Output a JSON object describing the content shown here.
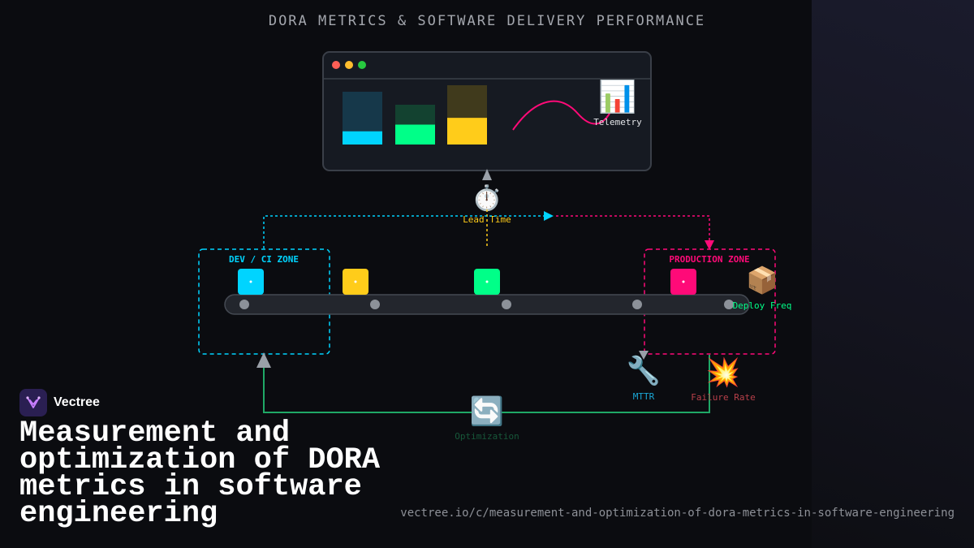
{
  "header": {
    "title": "DORA METRICS & SOFTWARE DELIVERY PERFORMANCE"
  },
  "dashboard": {
    "telemetry_icon": "bar-chart-emoji",
    "telemetry_glyph": "📊",
    "telemetry_label": "Telemetry",
    "bars": [
      {
        "level": 0.25,
        "fill": "#00d4ff",
        "track": "#16384a"
      },
      {
        "level": 0.5,
        "fill": "#00ff88",
        "track": "#134230"
      },
      {
        "level": 0.45,
        "fill": "#ffcc1a",
        "track": "#403a1c"
      }
    ],
    "window_dots": [
      "#ff5f56",
      "#ffbd2e",
      "#27c93f"
    ]
  },
  "lead_time": {
    "icon": "stopwatch-emoji",
    "glyph": "⏱️",
    "label": "Lead Time"
  },
  "zones": {
    "dev": {
      "label": "DEV / CI ZONE",
      "color": "#00d4ff"
    },
    "production": {
      "label": "PRODUCTION ZONE",
      "color": "#ff0a78"
    }
  },
  "pipeline": {
    "blocks": [
      "#00d4ff",
      "#ffcc1a",
      "#00ff88",
      "#ff0a78"
    ]
  },
  "deploy_freq": {
    "icon": "package-emoji",
    "glyph": "📦",
    "label": "Deploy Freq"
  },
  "mttr": {
    "icon": "wrench-emoji",
    "glyph": "🔧",
    "label": "MTTR"
  },
  "failure_rate": {
    "icon": "collision-emoji",
    "glyph": "💥",
    "label": "Failure Rate"
  },
  "optimization": {
    "icon": "cycle-arrows-emoji",
    "glyph": "🔄",
    "label": "Optimization"
  },
  "brand": {
    "name": "Vectree"
  },
  "headline": "Measurement and optimization of DORA metrics in software engineering",
  "url": "vectree.io/c/measurement-and-optimization-of-dora-metrics-in-software-engineering",
  "colors": {
    "cyan": "#00d4ff",
    "pink": "#ff0a78",
    "yellow": "#ffcc1a",
    "green": "#00ff88",
    "loop_green": "#1fa866",
    "background": "#0b0c10"
  }
}
